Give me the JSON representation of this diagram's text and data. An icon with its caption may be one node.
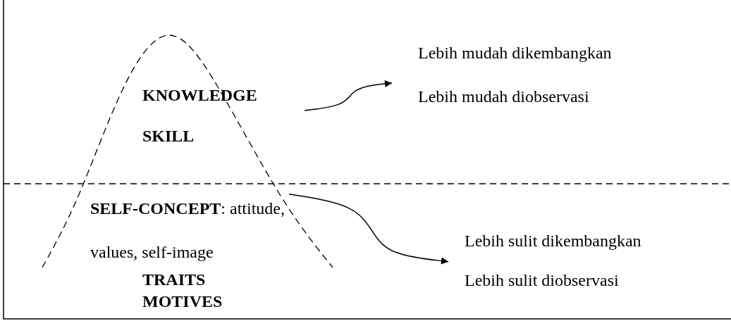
{
  "diagram": {
    "nodes": [
      {
        "text": [
          "KNOWLEDGE",
          "SKILL"
        ]
      },
      {
        "text": [
          "Lebih mudah dikembangkan",
          "Lebih mudah diobservasi"
        ]
      },
      {
        "text": [
          "**SELF-CONCEPT**: attitude, values, self-image",
          "TRAITS",
          "MOTIVES"
        ]
      },
      {
        "text": [
          "Lebih sulit dikembangkan",
          "Lebih sulit diobservasi"
        ]
      }
    ],
    "edges": [
      {
        "from": 0,
        "to": 1,
        "arrow": "to"
      },
      {
        "from": 2,
        "to": 3,
        "arrow": "to"
      }
    ]
  }
}
